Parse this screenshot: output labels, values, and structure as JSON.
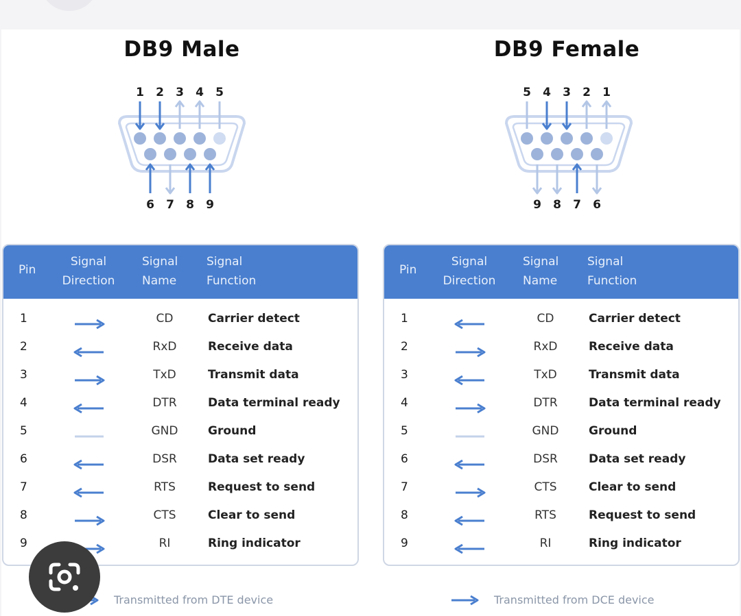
{
  "male": {
    "title": "DB9 Male",
    "top_pins": [
      "1",
      "2",
      "3",
      "4",
      "5"
    ],
    "bottom_pins": [
      "6",
      "7",
      "8",
      "9"
    ],
    "table": {
      "headers": {
        "pin": "Pin",
        "direction": [
          "Signal",
          "Direction"
        ],
        "name": [
          "Signal",
          "Name"
        ],
        "function": [
          "Signal",
          "Function"
        ]
      },
      "rows": [
        {
          "pin": "1",
          "dir": "right",
          "name": "CD",
          "function": "Carrier detect"
        },
        {
          "pin": "2",
          "dir": "left",
          "name": "RxD",
          "function": "Receive data"
        },
        {
          "pin": "3",
          "dir": "right",
          "name": "TxD",
          "function": "Transmit data"
        },
        {
          "pin": "4",
          "dir": "left",
          "name": "DTR",
          "function": "Data terminal ready"
        },
        {
          "pin": "5",
          "dir": "none",
          "name": "GND",
          "function": "Ground"
        },
        {
          "pin": "6",
          "dir": "left",
          "name": "DSR",
          "function": "Data set ready"
        },
        {
          "pin": "7",
          "dir": "left",
          "name": "RTS",
          "function": "Request to send"
        },
        {
          "pin": "8",
          "dir": "right",
          "name": "CTS",
          "function": "Clear to send"
        },
        {
          "pin": "9",
          "dir": "right",
          "name": "RI",
          "function": "Ring indicator"
        }
      ]
    },
    "legend": "Transmitted from DTE device"
  },
  "female": {
    "title": "DB9 Female",
    "top_pins": [
      "5",
      "4",
      "3",
      "2",
      "1"
    ],
    "bottom_pins": [
      "9",
      "8",
      "7",
      "6"
    ],
    "table": {
      "headers": {
        "pin": "Pin",
        "direction": [
          "Signal",
          "Direction"
        ],
        "name": [
          "Signal",
          "Name"
        ],
        "function": [
          "Signal",
          "Function"
        ]
      },
      "rows": [
        {
          "pin": "1",
          "dir": "left",
          "name": "CD",
          "function": "Carrier detect"
        },
        {
          "pin": "2",
          "dir": "right",
          "name": "RxD",
          "function": "Receive data"
        },
        {
          "pin": "3",
          "dir": "left",
          "name": "TxD",
          "function": "Transmit data"
        },
        {
          "pin": "4",
          "dir": "right",
          "name": "DTR",
          "function": "Data terminal ready"
        },
        {
          "pin": "5",
          "dir": "none",
          "name": "GND",
          "function": "Ground"
        },
        {
          "pin": "6",
          "dir": "left",
          "name": "DSR",
          "function": "Data set ready"
        },
        {
          "pin": "7",
          "dir": "right",
          "name": "CTS",
          "function": "Clear to send"
        },
        {
          "pin": "8",
          "dir": "left",
          "name": "RTS",
          "function": "Request to send"
        },
        {
          "pin": "9",
          "dir": "left",
          "name": "RI",
          "function": "Ring indicator"
        }
      ]
    },
    "legend": "Transmitted from DCE device"
  },
  "colors": {
    "accent": "#4a7fcf",
    "arrow": "#4a7fcf",
    "arrow_light": "#b3c6e6",
    "pin": "#9db3da",
    "shell": "#c9d6ee"
  },
  "icons": {
    "lens": "google-lens-icon"
  }
}
